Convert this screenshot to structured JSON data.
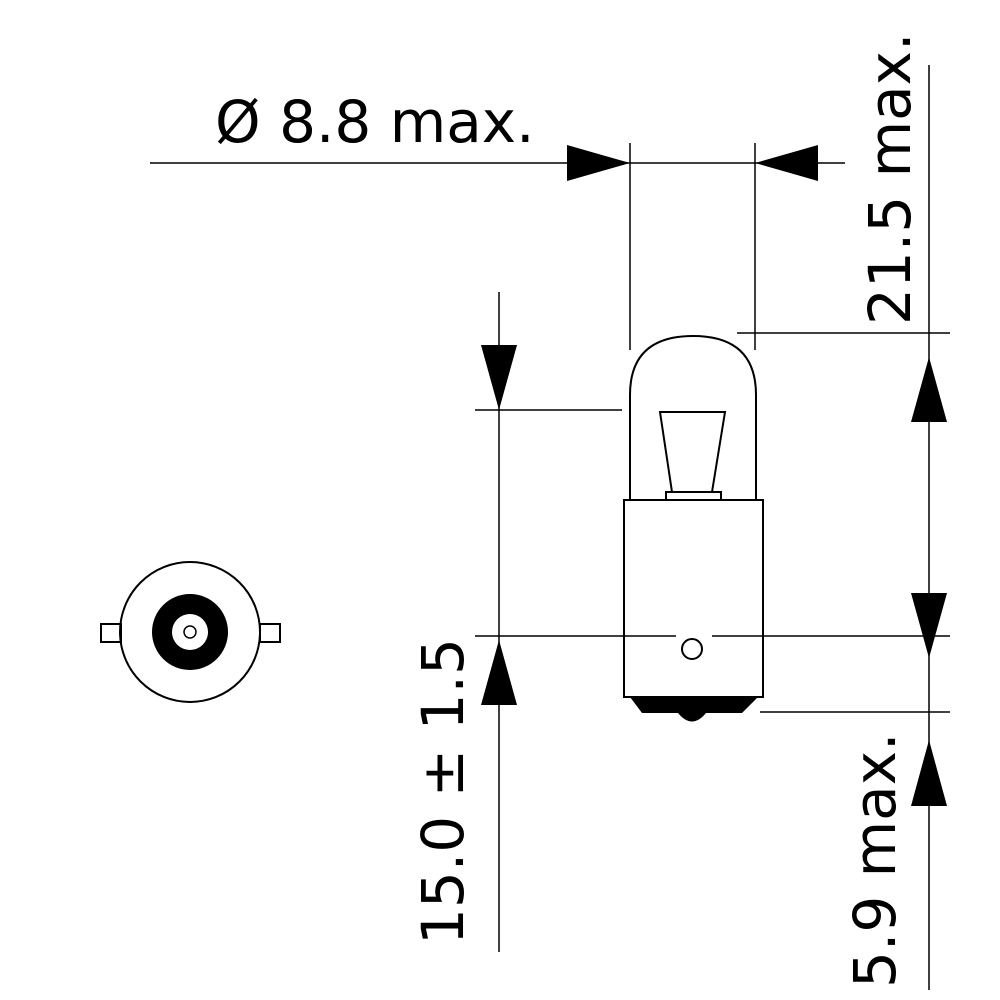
{
  "dimensions": {
    "diameter": "Ø 8.8 max.",
    "overall_length": "21.5 max.",
    "light_center": "15.0 ± 1.5",
    "base_length": "5.9 max."
  },
  "colors": {
    "line": "#000000",
    "background": "#ffffff"
  }
}
